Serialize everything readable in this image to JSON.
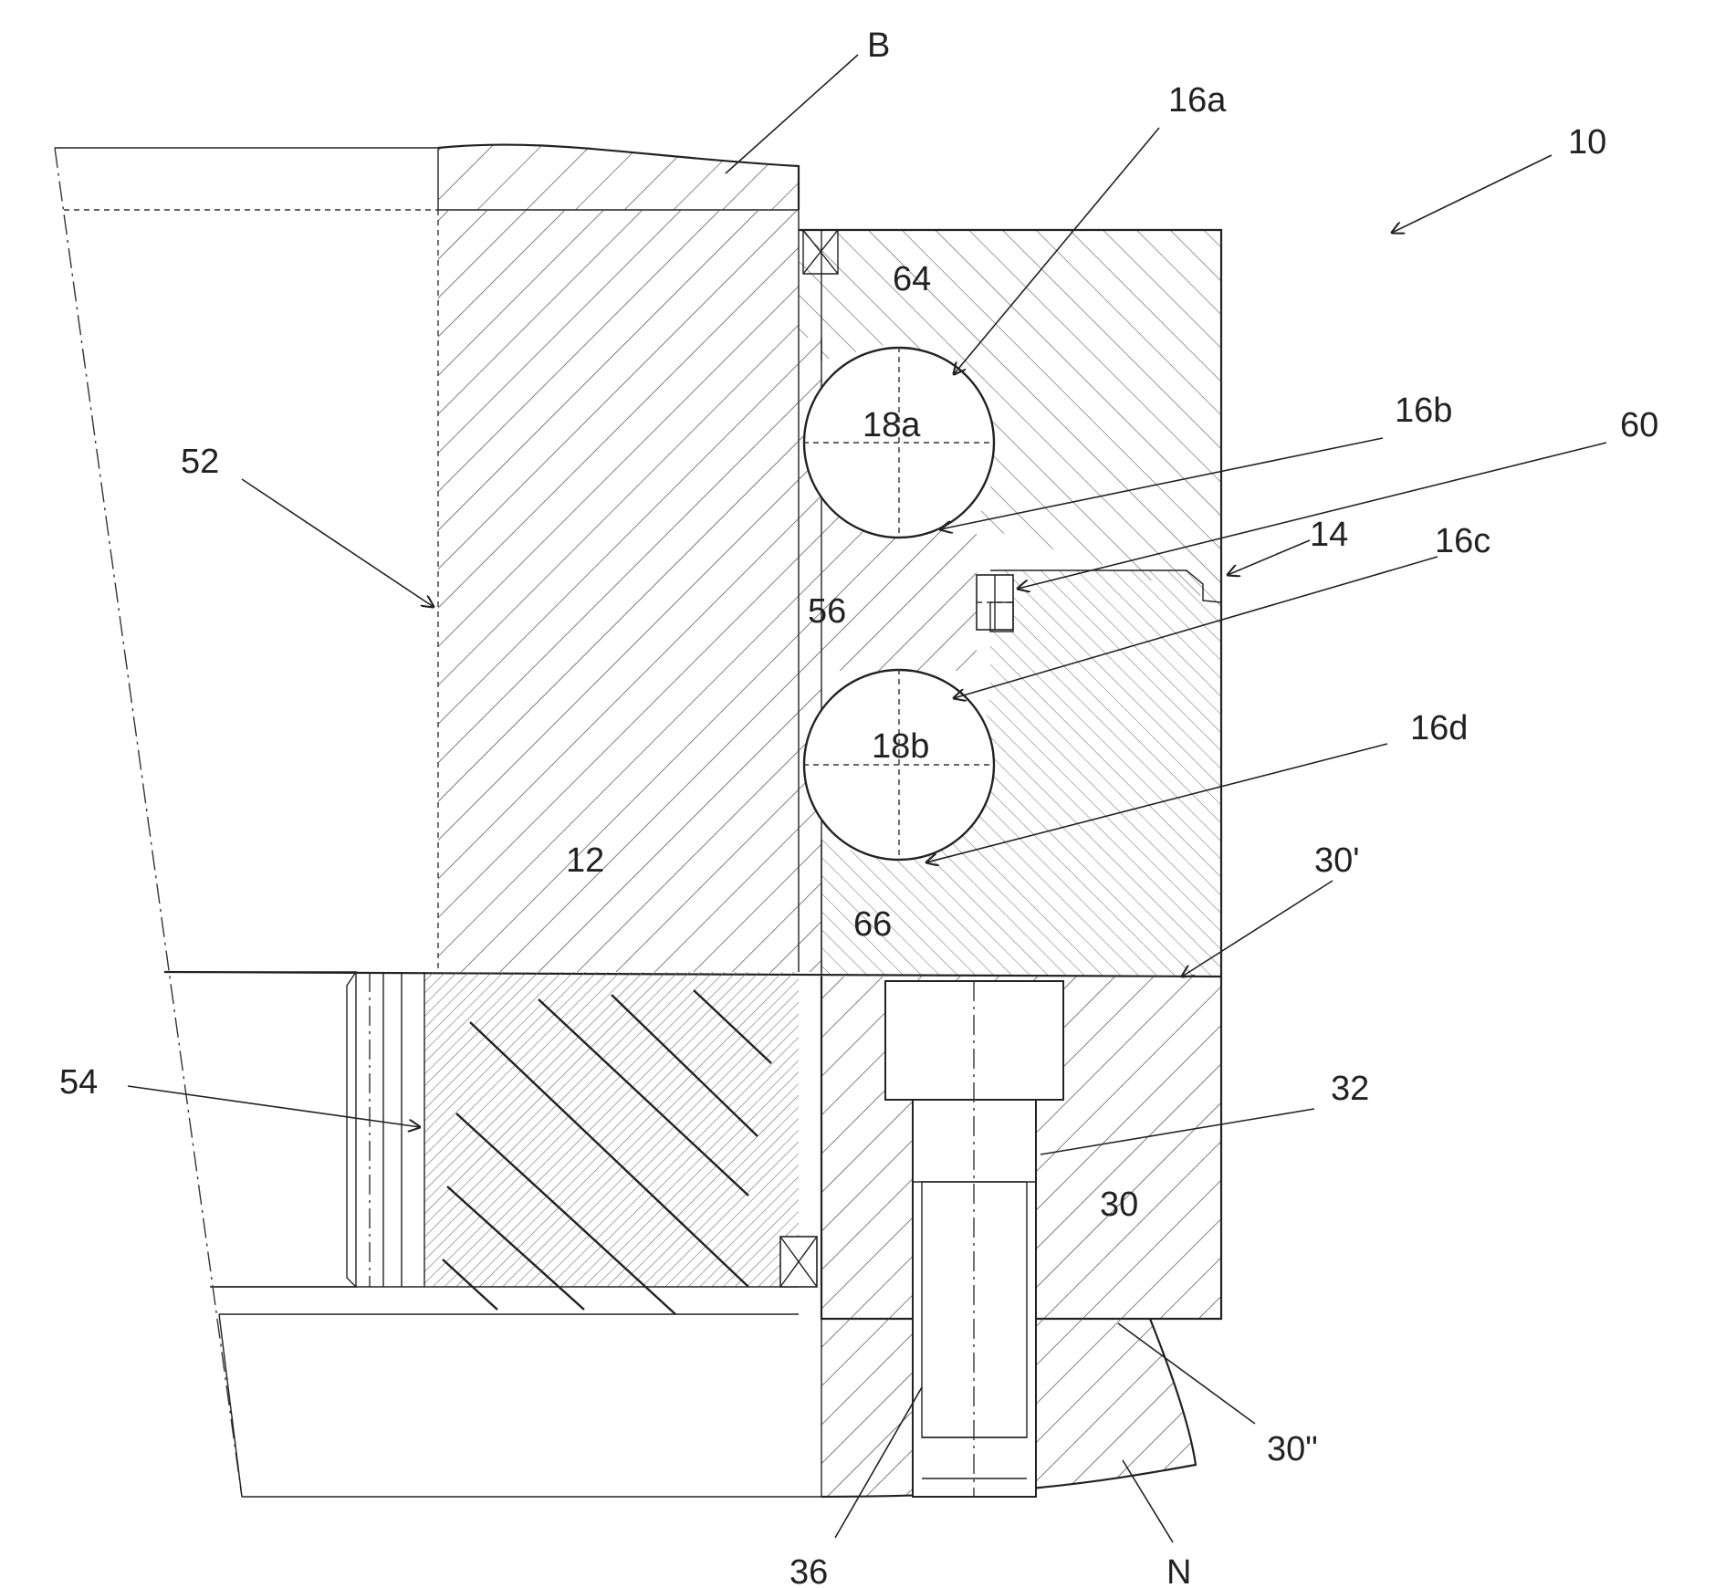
{
  "figure": {
    "labels": {
      "B": "B",
      "l16a": "16a",
      "l10": "10",
      "l64": "64",
      "l18a": "18a",
      "l16b": "16b",
      "l60": "60",
      "l52": "52",
      "l14": "14",
      "l16c": "16c",
      "l56": "56",
      "l18b": "18b",
      "l16d": "16d",
      "l12": "12",
      "l30p": "30'",
      "l66": "66",
      "l54": "54",
      "l32": "32",
      "l30": "30",
      "l30pp": "30\"",
      "l36": "36",
      "N": "N"
    },
    "colors": {
      "line": "#222222",
      "hatch": "#555555",
      "background": "#ffffff"
    }
  }
}
